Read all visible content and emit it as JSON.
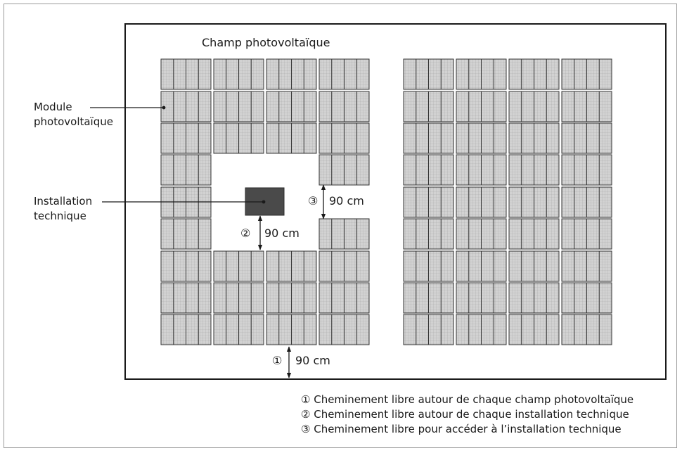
{
  "title": "Champ photovoltaïque",
  "labels": {
    "module_line1": "Module",
    "module_line2": "photovoltaïque",
    "installation_line1": "Installation",
    "installation_line2": "technique"
  },
  "dimensions": {
    "d1_marker": "①",
    "d1_text": "90 cm",
    "d2_marker": "②",
    "d2_text": "90 cm",
    "d3_marker": "③",
    "d3_text": "90 cm"
  },
  "legend": [
    "① Cheminement libre autour de chaque champ photovoltaïque",
    "② Cheminement libre autour de chaque installation technique",
    "③ Cheminement libre pour accéder à l’installation technique"
  ],
  "colors": {
    "module_fill": "#c9c9c9",
    "module_grid": "#9a9a9a",
    "module_border": "#333333",
    "installation_fill": "#4a4a4a",
    "outline": "#1a1a1a"
  }
}
